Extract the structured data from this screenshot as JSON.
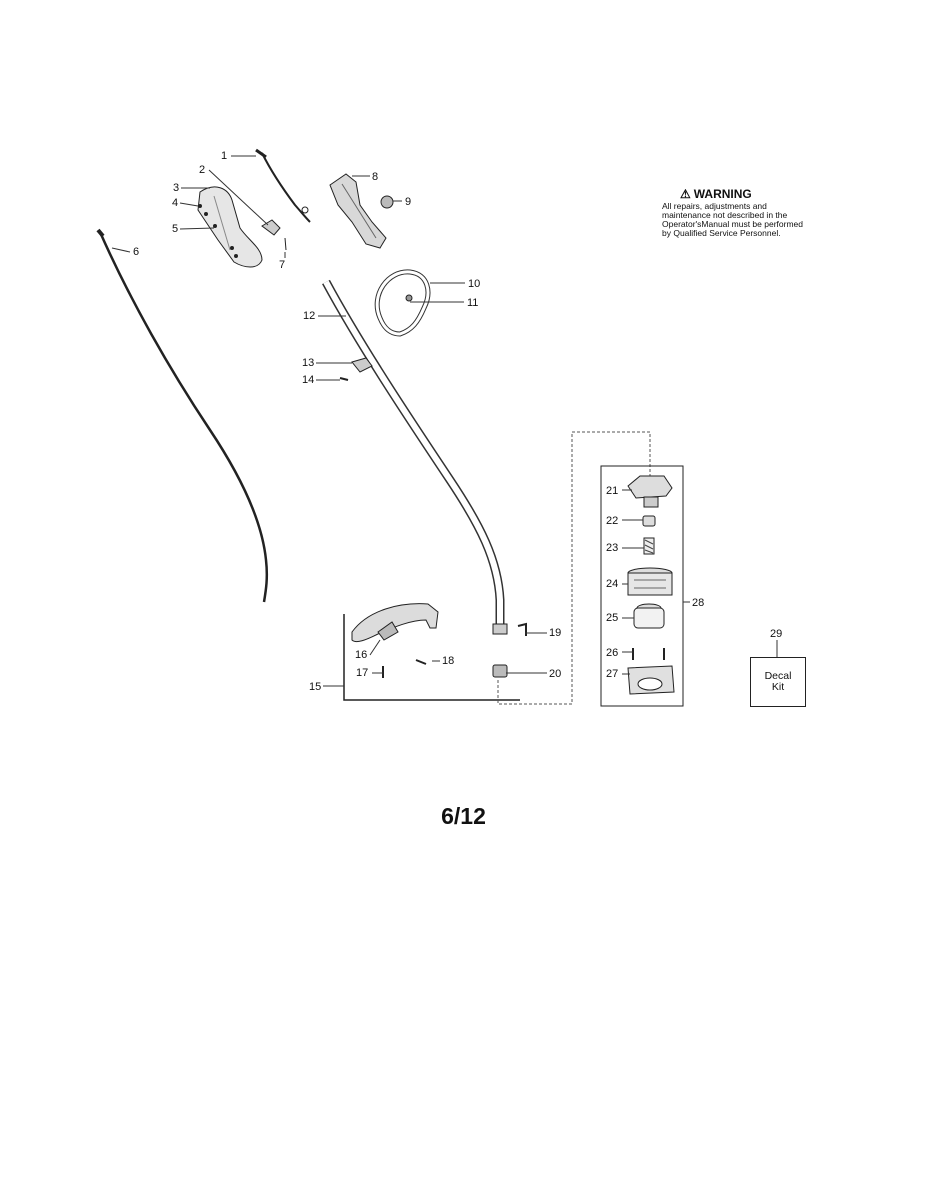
{
  "labels": {
    "p1": "1",
    "p2": "2",
    "p3": "3",
    "p4": "4",
    "p5": "5",
    "p6": "6",
    "p7": "7",
    "p8": "8",
    "p9": "9",
    "p10": "10",
    "p11": "11",
    "p12": "12",
    "p13": "13",
    "p14": "14",
    "p15": "15",
    "p16": "16",
    "p17": "17",
    "p18": "18",
    "p19": "19",
    "p20": "20",
    "p21": "21",
    "p22": "22",
    "p23": "23",
    "p24": "24",
    "p25": "25",
    "p26": "26",
    "p27": "27",
    "p28": "28",
    "p29": "29"
  },
  "warning": {
    "icon": "warning-triangle-icon",
    "title": "WARNING",
    "body": "All repairs, adjustments and maintenance not described in the Operator'sManual must be performed by Qualified Service Personnel."
  },
  "decal": {
    "line1": "Decal",
    "line2": "Kit"
  },
  "page_number": "6/12"
}
